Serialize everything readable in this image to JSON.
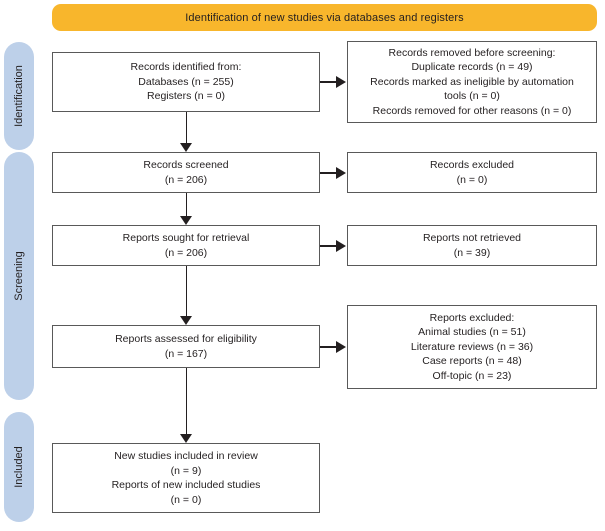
{
  "banner": {
    "title": "Identification of new studies via databases and registers"
  },
  "stages": [
    {
      "id": "identification",
      "label": "Identification"
    },
    {
      "id": "screening",
      "label": "Screening"
    },
    {
      "id": "included",
      "label": "Included"
    }
  ],
  "boxes": {
    "identified": {
      "name": "records-identified",
      "lines": [
        "Records identified from:",
        "Databases (n = 255)",
        "Registers (n = 0)"
      ]
    },
    "removed": {
      "name": "records-removed-before-screening",
      "lines": [
        "Records removed before screening:",
        "Duplicate records (n = 49)",
        "Records marked as ineligible by automation",
        "tools (n = 0)",
        "Records removed for other reasons (n = 0)"
      ]
    },
    "screened": {
      "name": "records-screened",
      "lines": [
        "Records screened",
        "(n = 206)"
      ]
    },
    "excluded": {
      "name": "records-excluded",
      "lines": [
        "Records excluded",
        "(n = 0)"
      ]
    },
    "sought": {
      "name": "reports-sought-for-retrieval",
      "lines": [
        "Reports sought for retrieval",
        "(n = 206)"
      ]
    },
    "notretrieved": {
      "name": "reports-not-retrieved",
      "lines": [
        "Reports not retrieved",
        "(n = 39)"
      ]
    },
    "assessed": {
      "name": "reports-assessed-for-eligibility",
      "lines": [
        "Reports assessed for eligibility",
        "(n = 167)"
      ]
    },
    "repexcluded": {
      "name": "reports-excluded",
      "lines": [
        "Reports excluded:",
        "Animal studies (n = 51)",
        "Literature reviews (n = 36)",
        "Case reports (n = 48)",
        "Off-topic (n = 23)"
      ]
    },
    "included": {
      "name": "new-studies-included",
      "lines": [
        "New studies included in review",
        "(n = 9)",
        "Reports of new included studies",
        "(n = 0)"
      ]
    }
  },
  "chart_data": {
    "type": "diagram",
    "diagram_type": "prisma-flow",
    "title": "Identification of new studies via databases and registers",
    "colors": {
      "banner": "#f8b62c",
      "stage_label": "#bdd0e9",
      "box_border": "#595959",
      "text": "#231f20",
      "arrow": "#231f20"
    },
    "nodes": [
      {
        "id": "identified",
        "stage": "Identification",
        "column": "left",
        "counts": {
          "Databases": 255,
          "Registers": 0
        }
      },
      {
        "id": "removed",
        "stage": "Identification",
        "column": "right",
        "counts": {
          "Duplicate records": 49,
          "Records marked as ineligible by automation tools": 0,
          "Records removed for other reasons": 0
        }
      },
      {
        "id": "screened",
        "stage": "Screening",
        "column": "left",
        "counts": {
          "Records screened": 206
        }
      },
      {
        "id": "excluded",
        "stage": "Screening",
        "column": "right",
        "counts": {
          "Records excluded": 0
        }
      },
      {
        "id": "sought",
        "stage": "Screening",
        "column": "left",
        "counts": {
          "Reports sought for retrieval": 206
        }
      },
      {
        "id": "notretrieved",
        "stage": "Screening",
        "column": "right",
        "counts": {
          "Reports not retrieved": 39
        }
      },
      {
        "id": "assessed",
        "stage": "Screening",
        "column": "left",
        "counts": {
          "Reports assessed for eligibility": 167
        }
      },
      {
        "id": "repexcluded",
        "stage": "Screening",
        "column": "right",
        "counts": {
          "Animal studies": 51,
          "Literature reviews": 36,
          "Case reports": 48,
          "Off-topic": 23
        }
      },
      {
        "id": "included",
        "stage": "Included",
        "column": "left",
        "counts": {
          "New studies included in review": 9,
          "Reports of new included studies": 0
        }
      }
    ],
    "edges": [
      {
        "from": "identified",
        "to": "removed",
        "direction": "right"
      },
      {
        "from": "identified",
        "to": "screened",
        "direction": "down"
      },
      {
        "from": "screened",
        "to": "excluded",
        "direction": "right"
      },
      {
        "from": "screened",
        "to": "sought",
        "direction": "down"
      },
      {
        "from": "sought",
        "to": "notretrieved",
        "direction": "right"
      },
      {
        "from": "sought",
        "to": "assessed",
        "direction": "down"
      },
      {
        "from": "assessed",
        "to": "repexcluded",
        "direction": "right"
      },
      {
        "from": "assessed",
        "to": "included",
        "direction": "down"
      }
    ]
  }
}
